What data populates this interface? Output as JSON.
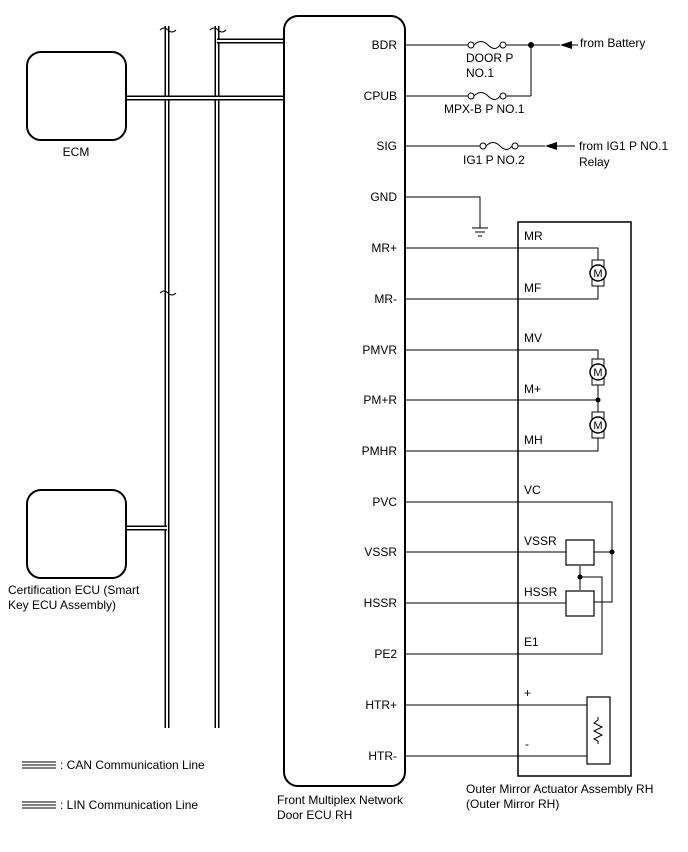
{
  "ecu": {
    "name_line1": "Front Multiplex Network",
    "name_line2": "Door ECU RH",
    "pins": {
      "bdr": "BDR",
      "cpub": "CPUB",
      "sig": "SIG",
      "gnd": "GND",
      "mr_plus": "MR+",
      "mr_minus": "MR-",
      "pmvr": "PMVR",
      "pm_plus_r": "PM+R",
      "pmhr": "PMHR",
      "pvc": "PVC",
      "vssr": "VSSR",
      "hssr": "HSSR",
      "pe2": "PE2",
      "htr_plus": "HTR+",
      "htr_minus": "HTR-"
    }
  },
  "ecm": {
    "name": "ECM"
  },
  "cert_ecu": {
    "name_line1": "Certification ECU (Smart",
    "name_line2": "Key ECU Assembly)"
  },
  "mirror": {
    "name_line1": "Outer Mirror Actuator Assembly RH",
    "name_line2": "(Outer Mirror RH)",
    "pins": {
      "mr": "MR",
      "mf": "MF",
      "mv": "MV",
      "m_plus": "M+",
      "mh": "MH",
      "vc": "VC",
      "vssr": "VSSR",
      "hssr": "HSSR",
      "e1": "E1",
      "heater_plus": "+",
      "heater_minus": "-"
    },
    "motor_symbol": "M"
  },
  "fuses": {
    "door_p_line1": "DOOR P",
    "door_p_line2": "NO.1",
    "mpx_b": "MPX-B P NO.1",
    "ig1": "IG1 P NO.2"
  },
  "sources": {
    "battery": "from Battery",
    "ig1_line1": "from IG1 P NO.1",
    "ig1_line2": "Relay"
  },
  "legend": {
    "can": ": CAN Communication Line",
    "lin": ": LIN Communication Line"
  }
}
